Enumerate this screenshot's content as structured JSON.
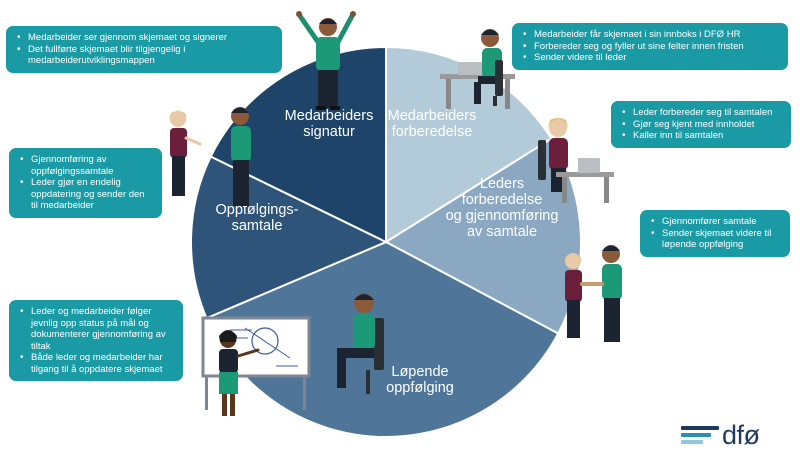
{
  "colors": {
    "accent": "#1a9aa4",
    "sector_1": "#b3cad9",
    "sector_2": "#8aa8c2",
    "sector_3": "#4f7698",
    "sector_4": "#2e5479",
    "sector_5": "#1f446a",
    "logo": "#1f3a5f"
  },
  "wheel": {
    "sectors": [
      {
        "id": "medarbeiders-forberedelse",
        "label_lines": [
          "Medarbeiders",
          "forberedelse"
        ],
        "start_deg": 0,
        "end_deg": 58
      },
      {
        "id": "leders-forberedelse",
        "label_lines": [
          "Leders",
          "forberedelse",
          "og gjennomføring",
          "av samtale"
        ],
        "start_deg": 58,
        "end_deg": 118
      },
      {
        "id": "lopende-oppfolging",
        "label_lines": [
          "Løpende",
          "oppfølging"
        ],
        "start_deg": 118,
        "end_deg": 247
      },
      {
        "id": "oppfolgingssamtale",
        "label_lines": [
          "Oppfølgings-",
          "samtale"
        ],
        "start_deg": 247,
        "end_deg": 296
      },
      {
        "id": "medarbeiders-signatur",
        "label_lines": [
          "Medarbeiders",
          "signatur"
        ],
        "start_deg": 296,
        "end_deg": 360
      }
    ]
  },
  "callouts": {
    "signatur": [
      "Medarbeider ser gjennom skjemaet og signerer",
      "Det fullførte skjemaet blir tilgjengelig i medarbeiderutviklingsmappen"
    ],
    "medarbeider_forberedelse": [
      "Medarbeider får skjemaet i sin innboks i DFØ HR",
      "Forbereder seg og fyller ut sine felter innen fristen",
      "Sender videre til leder"
    ],
    "leder_forberedelse": [
      "Leder forbereder seg til samtalen",
      "Gjør seg kjent med innholdet",
      "Kaller inn til samtalen"
    ],
    "samtale": [
      "Gjennomfører samtale",
      "Sender skjemaet videre til løpende oppfølging"
    ],
    "oppfolgingssamtale": [
      "Gjennomføring av oppfølgingssamtale",
      "Leder gjør en endelig oppdatering og sender den til medarbeider"
    ],
    "lopende": [
      "Leder og medarbeider følger jevnlig opp status på mål og dokumenterer gjennomføring av tiltak",
      "Både leder og medarbeider har tilgang til å oppdatere skjemaet"
    ]
  },
  "logo": {
    "text": "dfø",
    "bar_colors": [
      "#1f3a5f",
      "#2a8fb8",
      "#8ec9e0"
    ]
  }
}
